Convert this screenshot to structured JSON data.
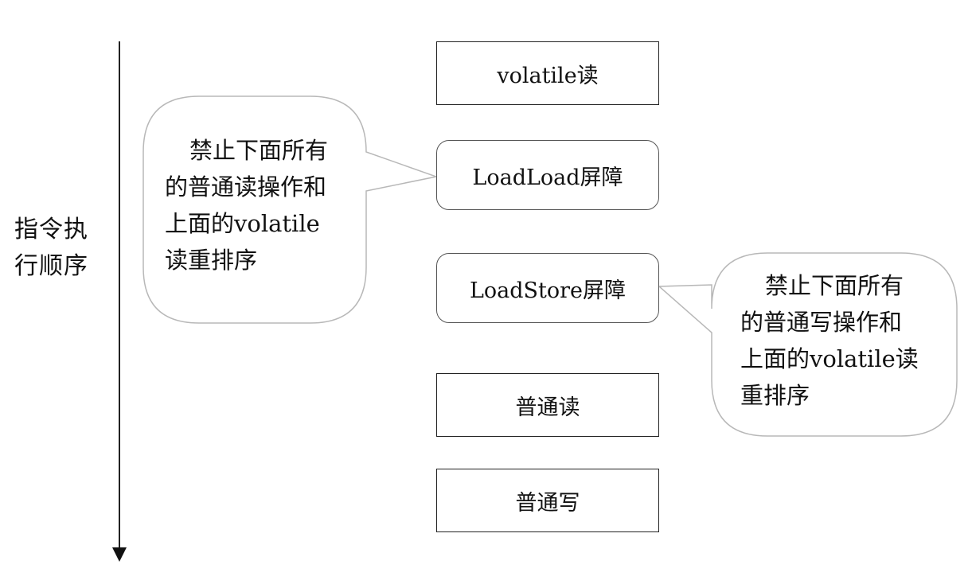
{
  "axis": {
    "label_lines": [
      "指令执",
      "行顺序"
    ]
  },
  "boxes": {
    "volatile_read": "volatile读",
    "loadload_barrier": "LoadLoad屏障",
    "loadstore_barrier": "LoadStore屏障",
    "normal_read": "普通读",
    "normal_write": "普通写"
  },
  "callouts": {
    "loadload": {
      "lines": [
        "禁止下面所有",
        "的普通读操作和",
        "上面的volatile",
        "读重排序"
      ]
    },
    "loadstore": {
      "lines": [
        "禁止下面所有",
        "的普通写操作和",
        "上面的volatile读",
        "重排序"
      ]
    }
  },
  "colors": {
    "line": "#222222",
    "bubble_border": "#b8b8b8",
    "text": "#111111"
  }
}
